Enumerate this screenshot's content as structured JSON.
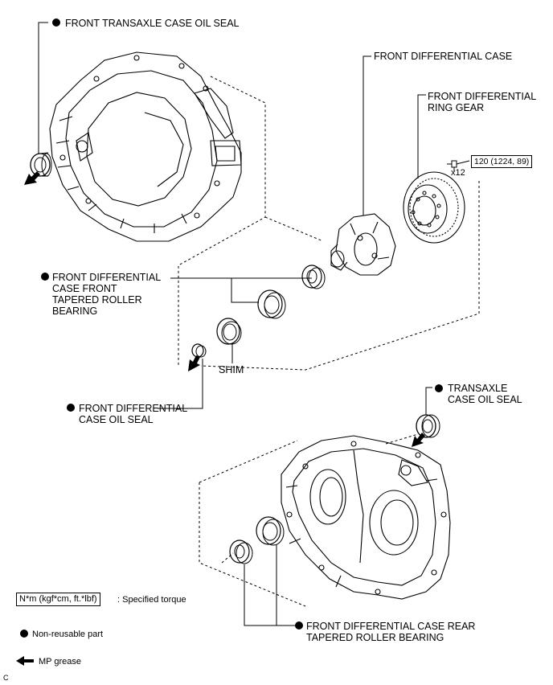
{
  "labels": {
    "front_transaxle_case_oil_seal": "FRONT TRANSAXLE CASE OIL SEAL",
    "front_differential_case": "FRONT DIFFERENTIAL CASE",
    "ring_gear_line1": "FRONT DIFFERENTIAL",
    "ring_gear_line2": "RING GEAR",
    "front_bearing_line1": "FRONT DIFFERENTIAL",
    "front_bearing_line2": "CASE FRONT",
    "front_bearing_line3": "TAPERED ROLLER",
    "front_bearing_line4": "BEARING",
    "shim": "SHIM",
    "front_diff_oil_seal_line1": "FRONT DIFFERENTIAL",
    "front_diff_oil_seal_line2": "CASE OIL SEAL",
    "transaxle_oil_seal_line1": "TRANSAXLE",
    "transaxle_oil_seal_line2": "CASE OIL SEAL",
    "rear_bearing_line1": "FRONT DIFFERENTIAL CASE REAR",
    "rear_bearing_line2": "TAPERED ROLLER BEARING"
  },
  "torque": {
    "value": "120 (1224, 89)",
    "count": "x12"
  },
  "legend": {
    "torque_unit": "N*m (kgf*cm, ft.*lbf)",
    "torque_desc": ": Specified torque",
    "non_reusable": "Non-reusable part",
    "mp_grease": "MP grease"
  },
  "figure_code": "C",
  "colors": {
    "line": "#000000",
    "background": "#ffffff"
  },
  "icons": [
    "non-reusable-dot-icon",
    "mp-grease-arrow-icon",
    "bolt-icon"
  ]
}
